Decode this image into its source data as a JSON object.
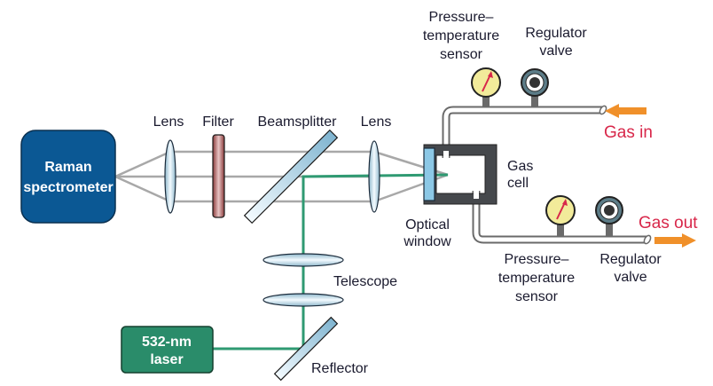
{
  "colors": {
    "spectrometer": "#0b5894",
    "laser": "#2a8c6a",
    "laser_beam": "#2f9a72",
    "scatter_beam": "#a8a8a8",
    "filter": "#a65454",
    "gas_cell": "#45484c",
    "window": "#8cc8e6",
    "arrow": "#f0902a",
    "gas_label": "#d8274a",
    "gauge": "#f2eb9a"
  },
  "components": {
    "spectrometer": [
      "Raman",
      "spectrometer"
    ],
    "laser": [
      "532-nm",
      "laser"
    ],
    "lens_left": "Lens",
    "filter": "Filter",
    "beamsplitter": "Beamsplitter",
    "lens_right": "Lens",
    "telescope": "Telescope",
    "reflector": "Reflector",
    "gas_cell": [
      "Gas",
      "cell"
    ],
    "optical_window": [
      "Optical",
      "window"
    ],
    "sensor_top": [
      "Pressure–",
      "temperature",
      "sensor"
    ],
    "valve_top": [
      "Regulator",
      "valve"
    ],
    "sensor_bottom": [
      "Pressure–",
      "temperature",
      "sensor"
    ],
    "valve_bottom": [
      "Regulator",
      "valve"
    ],
    "gas_in": "Gas in",
    "gas_out": "Gas out"
  }
}
